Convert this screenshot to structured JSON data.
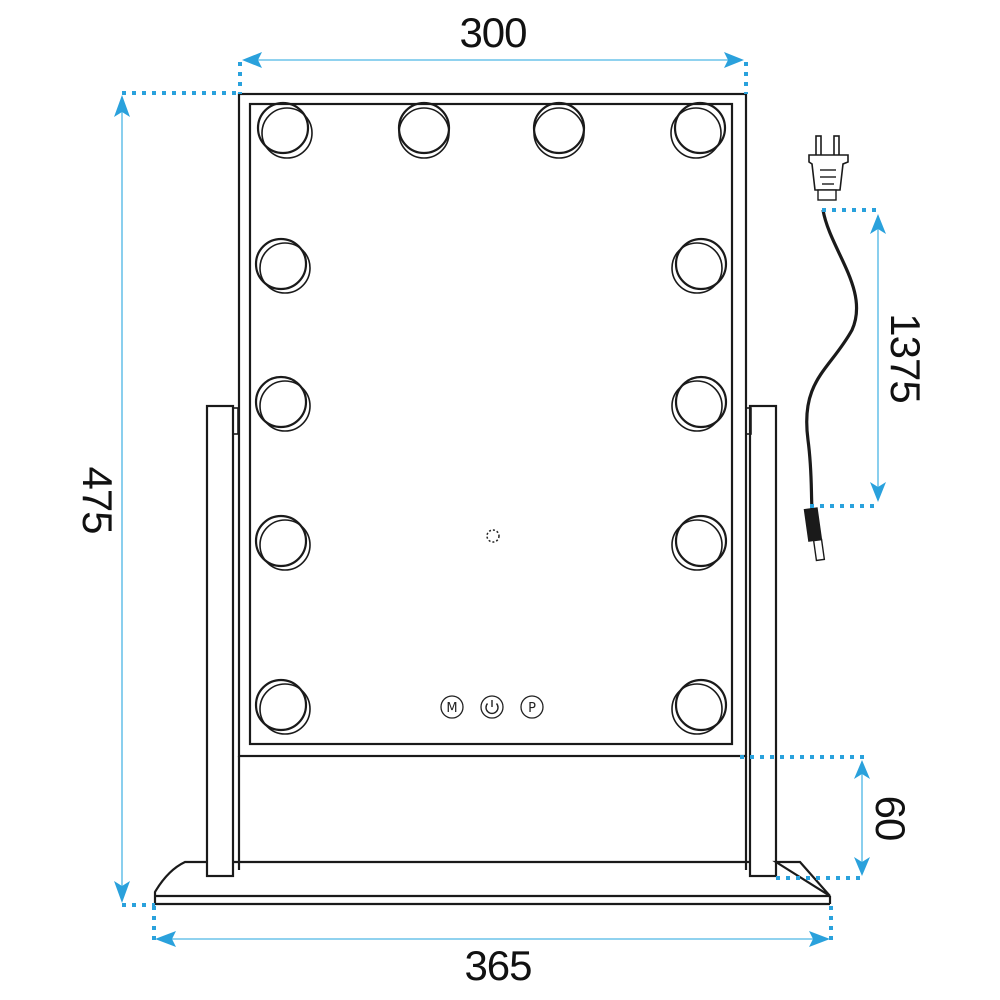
{
  "diagram": {
    "subject": "Hollywood vanity mirror with LED bulbs",
    "units": "mm",
    "colors": {
      "outline": "#1a1a1a",
      "dimension_line": "#6cc3ea",
      "dimension_marker": "#2aa1dc"
    },
    "dimensions": {
      "width_top": "300",
      "height_total": "475",
      "cable_length": "1375",
      "base_height": "60",
      "base_width": "365"
    },
    "bulbs": {
      "count": 12,
      "top_row": 4,
      "left_column": 5,
      "right_column": 5
    },
    "controls": {
      "sensor": "touch-sensor",
      "buttons": [
        {
          "label": "M",
          "name": "mode-button"
        },
        {
          "label": "⏻",
          "name": "power-button"
        },
        {
          "label": "P",
          "name": "program-button"
        }
      ]
    },
    "accessories": [
      "power-plug",
      "power-cable",
      "dc-connector"
    ]
  }
}
